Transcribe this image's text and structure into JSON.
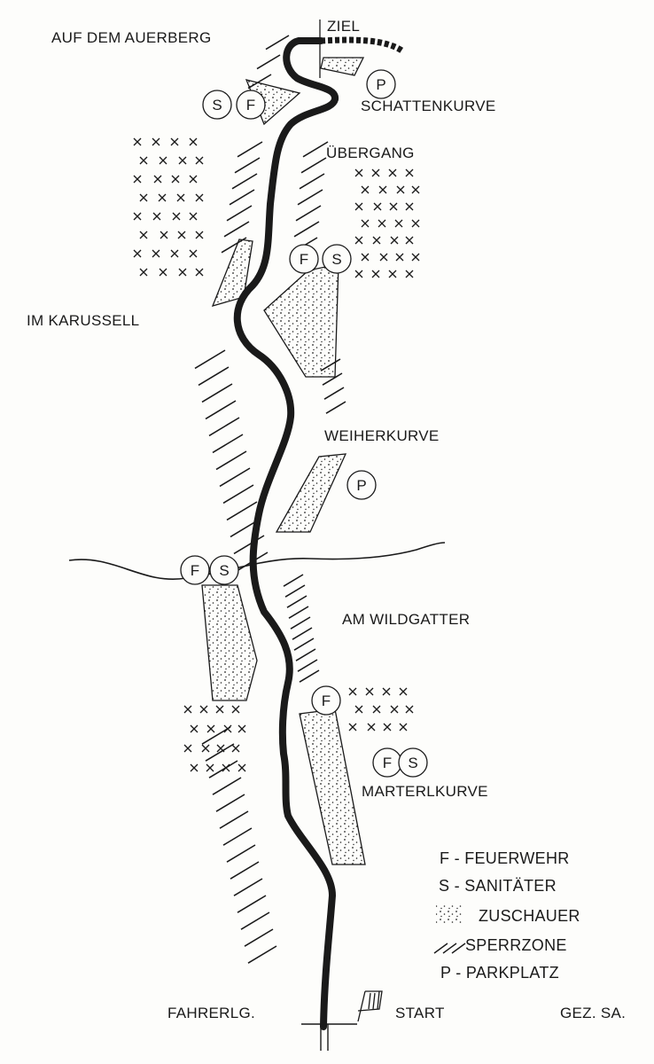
{
  "title_label": "AUF DEM AUERBERG",
  "places": {
    "ziel": "ZIEL",
    "schattenkurve": "SCHATTENKURVE",
    "uebergang": "ÜBERGANG",
    "karussell": "IM KARUSSELL",
    "weiherkurve": "WEIHERKURVE",
    "wildgatter": "AM WILDGATTER",
    "marterlkurve": "MARTERLKURVE",
    "fahrerlager": "FAHRERLG.",
    "start": "START"
  },
  "legend": {
    "feuerwehr": "F - FEUERWEHR",
    "sanitaeter": "S - SANITÄTER",
    "zuschauer": "ZUSCHAUER",
    "sperrzone": "SPERRZONE",
    "parkplatz": "P - PARKPLATZ"
  },
  "markers": {
    "f": "F",
    "s": "S",
    "p": "P"
  },
  "signature": "GEZ. SA."
}
